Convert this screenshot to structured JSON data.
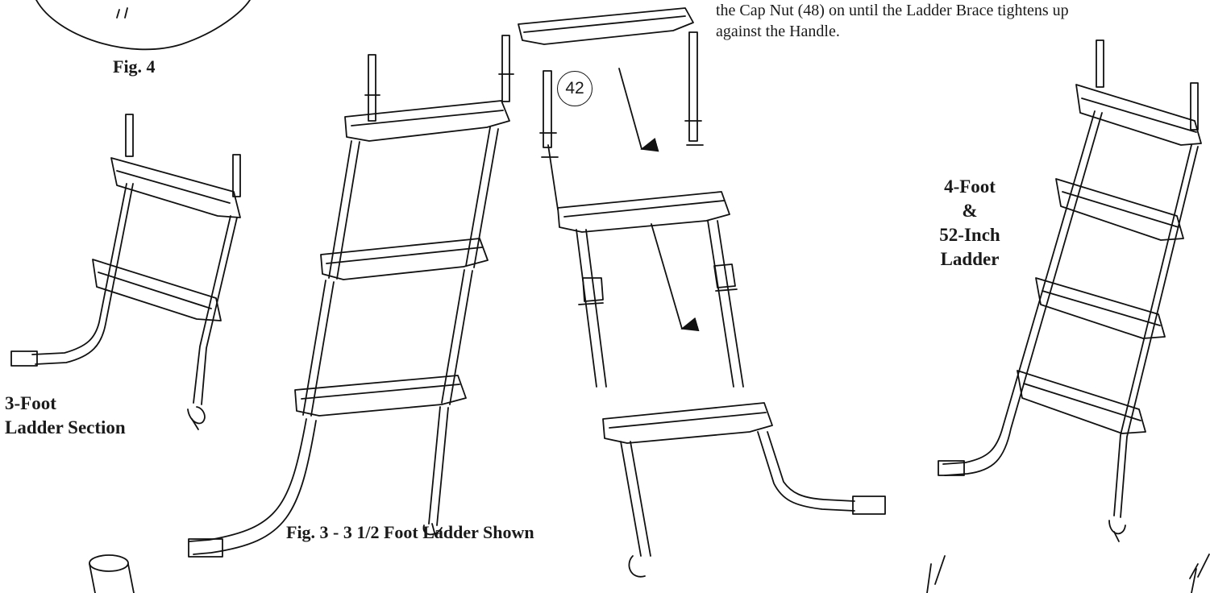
{
  "instructions": {
    "line1": "the Cap Nut (48) on until the Ladder Brace tightens up",
    "line2": "against the Handle."
  },
  "figures": {
    "fig4_label": "Fig. 4",
    "fig3_caption": "Fig. 3 - 3 1/2 Foot Ladder Shown"
  },
  "labels": {
    "three_foot_line1": "3-Foot",
    "three_foot_line2": "Ladder Section",
    "four_foot_line1": "4-Foot",
    "four_foot_line2": "&",
    "four_foot_line3": "52-Inch",
    "four_foot_line4": "Ladder"
  },
  "callouts": {
    "part_number": "42"
  },
  "colors": {
    "line": "#111111",
    "background": "#ffffff"
  }
}
